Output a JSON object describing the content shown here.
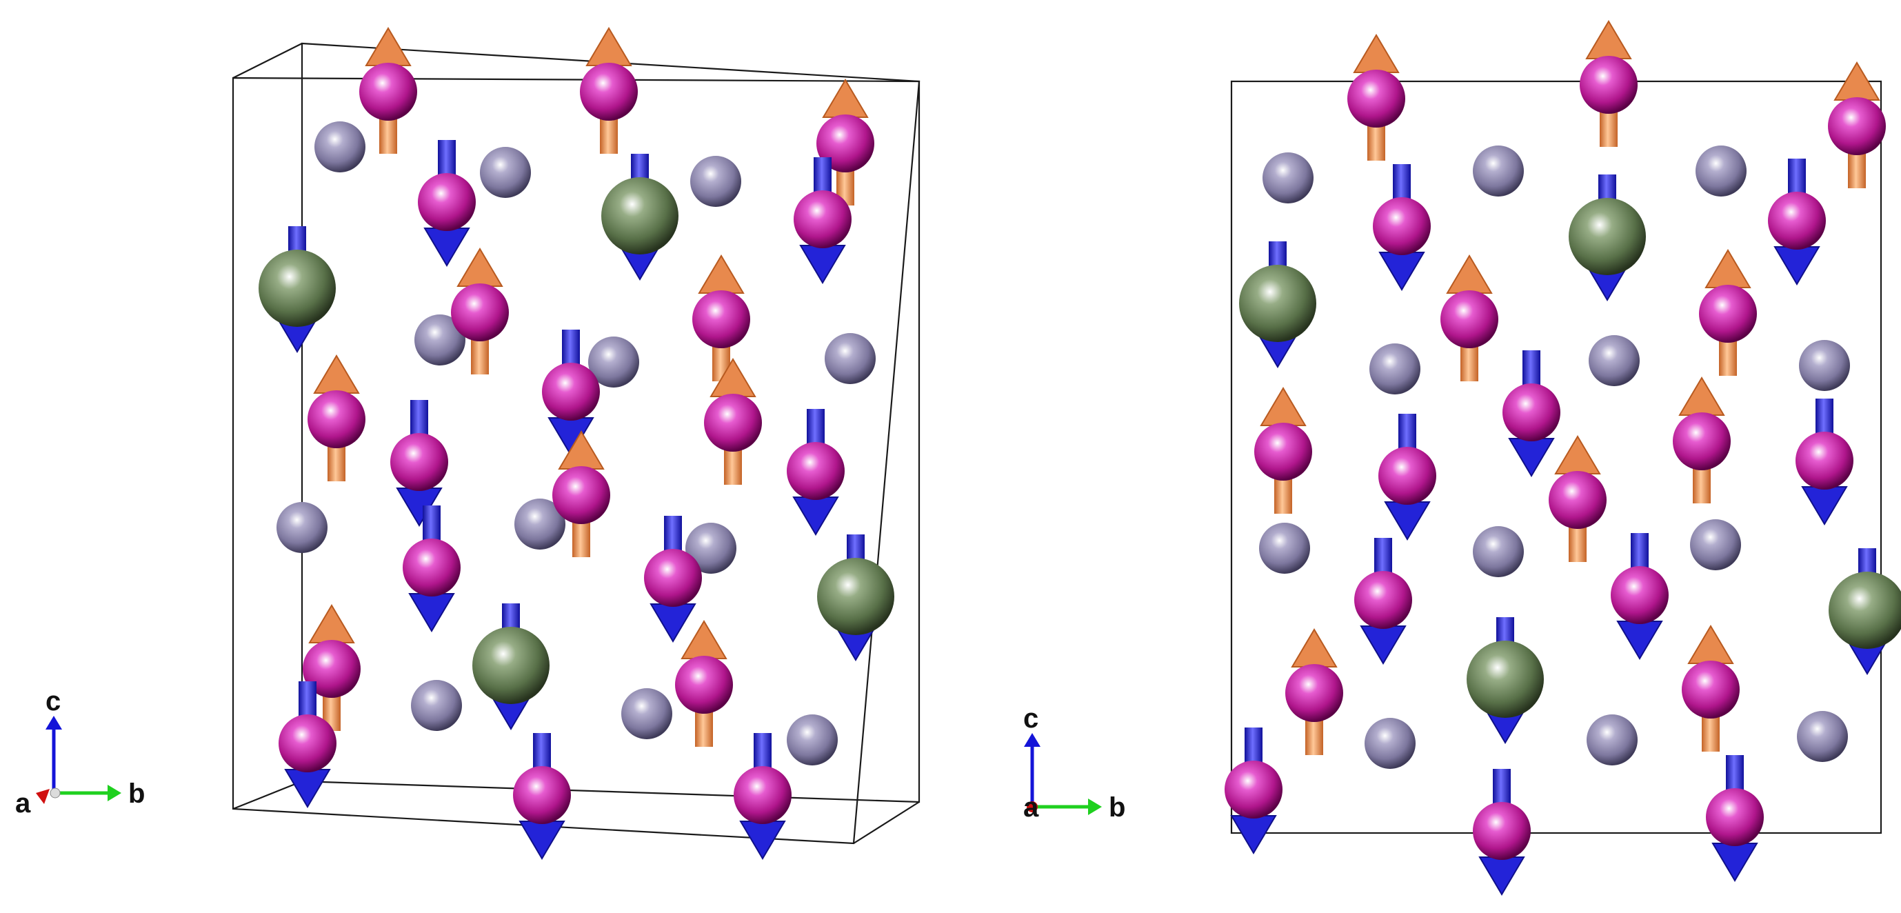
{
  "colors": {
    "magnetic_atom": "#c0209c",
    "heavy_atom": "#5f7a52",
    "light_atom": "#8c86ad",
    "spin_up": "#e8894d",
    "spin_down": "#2323d8",
    "axis_a": "#d01010",
    "axis_b": "#1fd01f",
    "axis_c": "#1414d8",
    "cell_edge": "#1a1a1a"
  },
  "legend_note": {
    "spin_up_icon": "orange-up-arrow-icon",
    "spin_down_icon": "blue-down-arrow-icon"
  },
  "views": [
    {
      "name": "perspective-view",
      "axes": {
        "a": "a",
        "b": "b",
        "c": "c"
      }
    },
    {
      "name": "projection-along-a",
      "axes": {
        "a": "a",
        "b": "b",
        "c": "c"
      }
    }
  ]
}
